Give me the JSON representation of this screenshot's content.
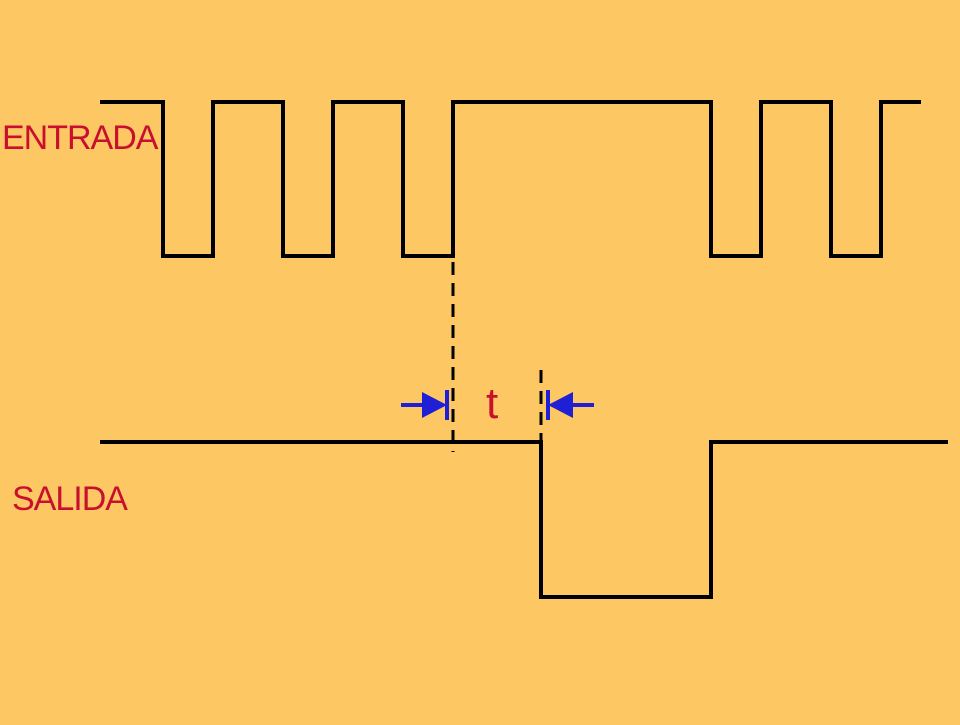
{
  "labels": {
    "input": "ENTRADA",
    "output": "SALIDA",
    "delay": "t"
  },
  "colors": {
    "background": "#fdc764",
    "waveform": "#000000",
    "label": "#c8102e",
    "arrow": "#1f1fd6"
  }
}
